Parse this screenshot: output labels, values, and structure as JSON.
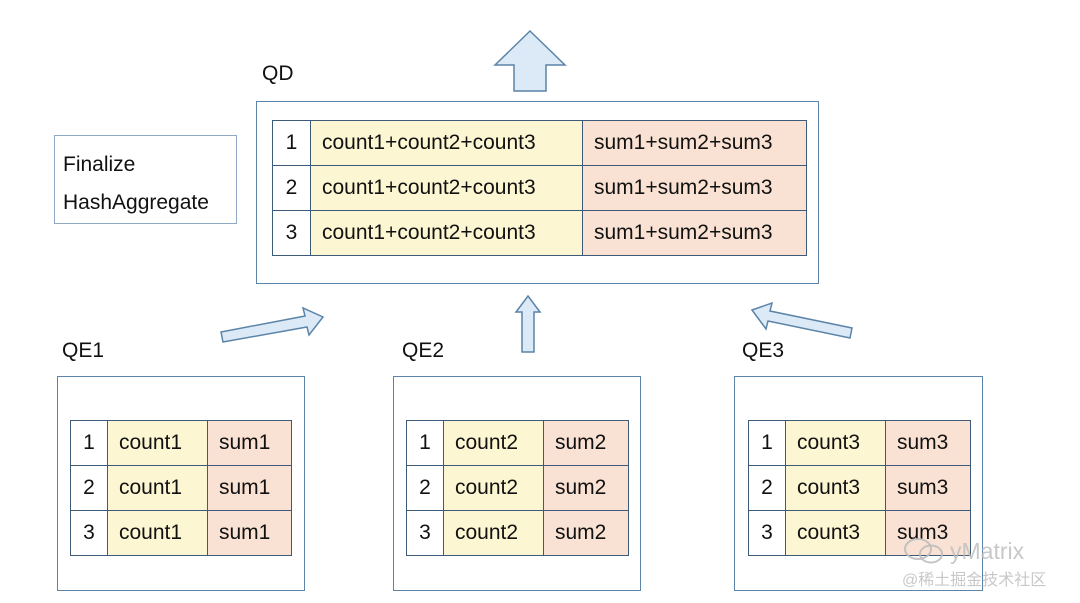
{
  "qd": {
    "title": "QD",
    "rows": [
      {
        "n": "1",
        "c": "count1+count2+count3",
        "s": "sum1+sum2+sum3"
      },
      {
        "n": "2",
        "c": "count1+count2+count3",
        "s": "sum1+sum2+sum3"
      },
      {
        "n": "3",
        "c": "count1+count2+count3",
        "s": "sum1+sum2+sum3"
      }
    ]
  },
  "finalize": {
    "line1": "Finalize",
    "line2": "HashAggregate"
  },
  "qes": [
    {
      "title": "QE1",
      "rows": [
        {
          "n": "1",
          "c": "count1",
          "s": "sum1"
        },
        {
          "n": "2",
          "c": "count1",
          "s": "sum1"
        },
        {
          "n": "3",
          "c": "count1",
          "s": "sum1"
        }
      ]
    },
    {
      "title": "QE2",
      "rows": [
        {
          "n": "1",
          "c": "count2",
          "s": "sum2"
        },
        {
          "n": "2",
          "c": "count2",
          "s": "sum2"
        },
        {
          "n": "3",
          "c": "count2",
          "s": "sum2"
        }
      ]
    },
    {
      "title": "QE3",
      "rows": [
        {
          "n": "1",
          "c": "count3",
          "s": "sum3"
        },
        {
          "n": "2",
          "c": "count3",
          "s": "sum3"
        },
        {
          "n": "3",
          "c": "count3",
          "s": "sum3"
        }
      ]
    }
  ],
  "watermark": {
    "line1": "yMatrix",
    "line2": "@稀土掘金技术社区"
  },
  "colors": {
    "count_fill": "#fdf6d3",
    "sum_fill": "#f9e2d3",
    "border": "#5b84a8",
    "arrow_fill": "#dce9f6"
  }
}
